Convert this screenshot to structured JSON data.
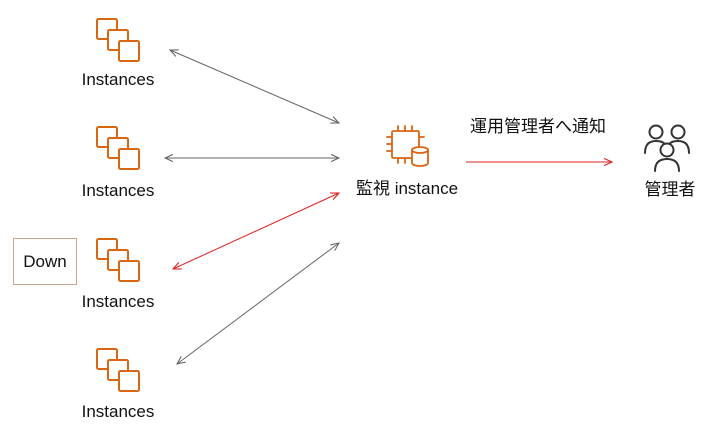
{
  "colors": {
    "aws_orange": "#d86613",
    "connector_gray": "#666666",
    "alert_red": "#e02020",
    "admin_icon": "#333333"
  },
  "icons": {
    "instance": "ec2-instances-icon",
    "monitor": "ec2-instance-with-db-icon",
    "admin": "users-group-icon"
  },
  "instances": [
    {
      "label": "Instances"
    },
    {
      "label": "Instances"
    },
    {
      "label": "Instances",
      "status": "Down"
    },
    {
      "label": "Instances"
    }
  ],
  "monitor": {
    "label": "監視 instance"
  },
  "notify": {
    "label": "運用管理者へ通知"
  },
  "admin": {
    "label": "管理者"
  }
}
